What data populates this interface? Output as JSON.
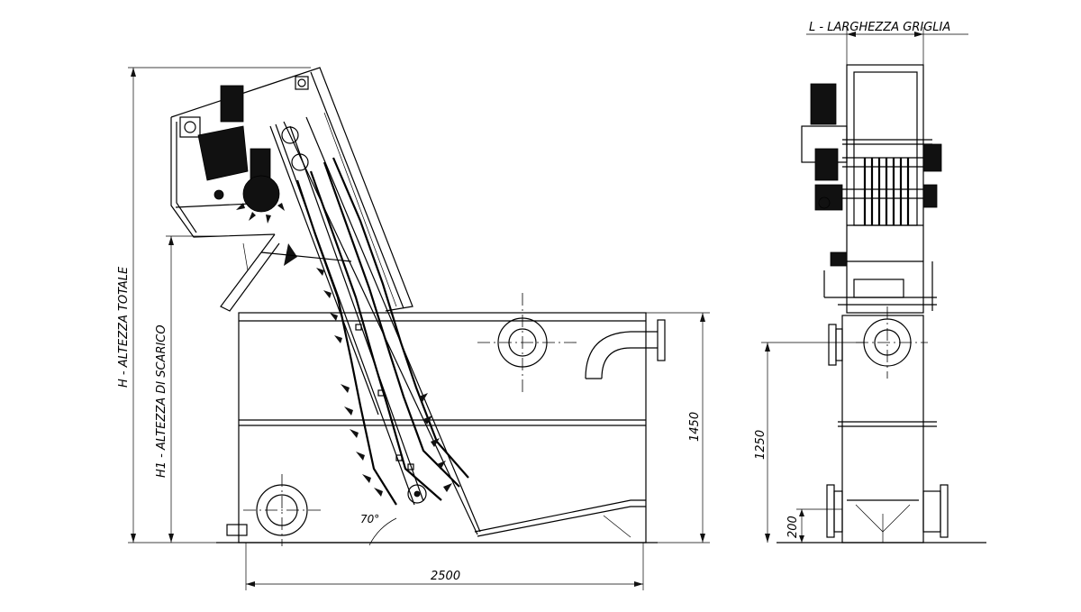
{
  "drawing": {
    "labels": {
      "larghezza": "L - LARGHEZZA GRIGLIA",
      "altezza_totale": "H - ALTEZZA TOTALE",
      "altezza_scarico": "H1 - ALTEZZA DI SCARICO",
      "dim_length": "2500",
      "dim_height_side": "1450",
      "dim_height_front": "1250",
      "dim_outlet_height": "200",
      "angle": "70°"
    }
  }
}
